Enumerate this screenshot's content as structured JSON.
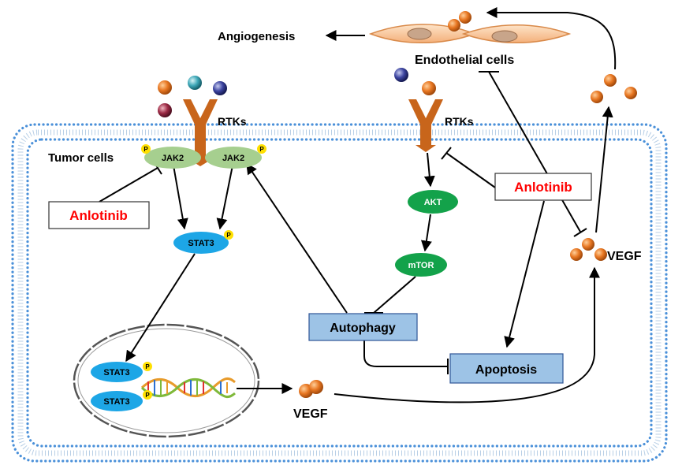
{
  "labels": {
    "angiogenesis": "Angiogenesis",
    "endothelial_cells": "Endothelial cells",
    "rtks_left": "RTKs",
    "rtks_right": "RTKs",
    "tumor_cells": "Tumor cells",
    "jak2_left": "JAK2",
    "jak2_right": "JAK2",
    "anlotinib_left": "Anlotinib",
    "anlotinib_right": "Anlotinib",
    "stat3_cyto": "STAT3",
    "stat3_nuc_top": "STAT3",
    "stat3_nuc_bottom": "STAT3",
    "akt": "AKT",
    "mtor": "mTOR",
    "autophagy": "Autophagy",
    "apoptosis": "Apoptosis",
    "vegf_bottom": "VEGF",
    "vegf_right": "VEGF",
    "phospho": "P"
  },
  "colors": {
    "membrane": "#4a90d9",
    "receptor": "#c8651b",
    "jak2": "#a6cf8f",
    "stat3": "#1da6e6",
    "akt_mtor": "#13a24a",
    "box_blue": "#9dc3e6",
    "box_border": "#2f5597",
    "anlotinib_text": "#ff0000",
    "vegf_ball": "#e87722",
    "phospho": "#ffe000"
  }
}
